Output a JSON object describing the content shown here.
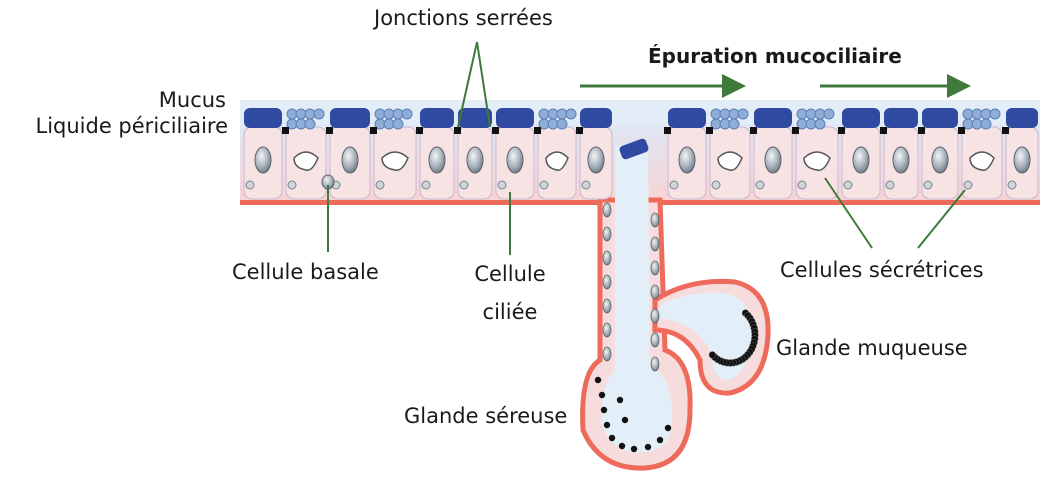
{
  "labels": {
    "mucus": "Mucus",
    "liquide": "Liquide périciliaire",
    "jonctions": "Jonctions serrées",
    "epuration": "Épuration mucociliaire",
    "cellule_basale": "Cellule basale",
    "cellule_ciliee_1": "Cellule",
    "cellule_ciliee_2": "ciliée",
    "cellules_secretrices": "Cellules sécrétrices",
    "glande_muqueuse": "Glande muqueuse",
    "glande_sereuse": "Glande séreuse"
  },
  "colors": {
    "cilia_cap": "#2f4aa0",
    "cell_body": "#f3dfe1",
    "membrane": "#ee6b5b",
    "mucus": "#cfe3f3",
    "arrow": "#3f7a3a",
    "junction": "#111111",
    "nucleus": "#9aa3ad",
    "mucus_granule": "#8eaed8"
  },
  "icons": {
    "flow_arrow": "arrow-right-icon",
    "pointer": "leader-line-icon"
  }
}
